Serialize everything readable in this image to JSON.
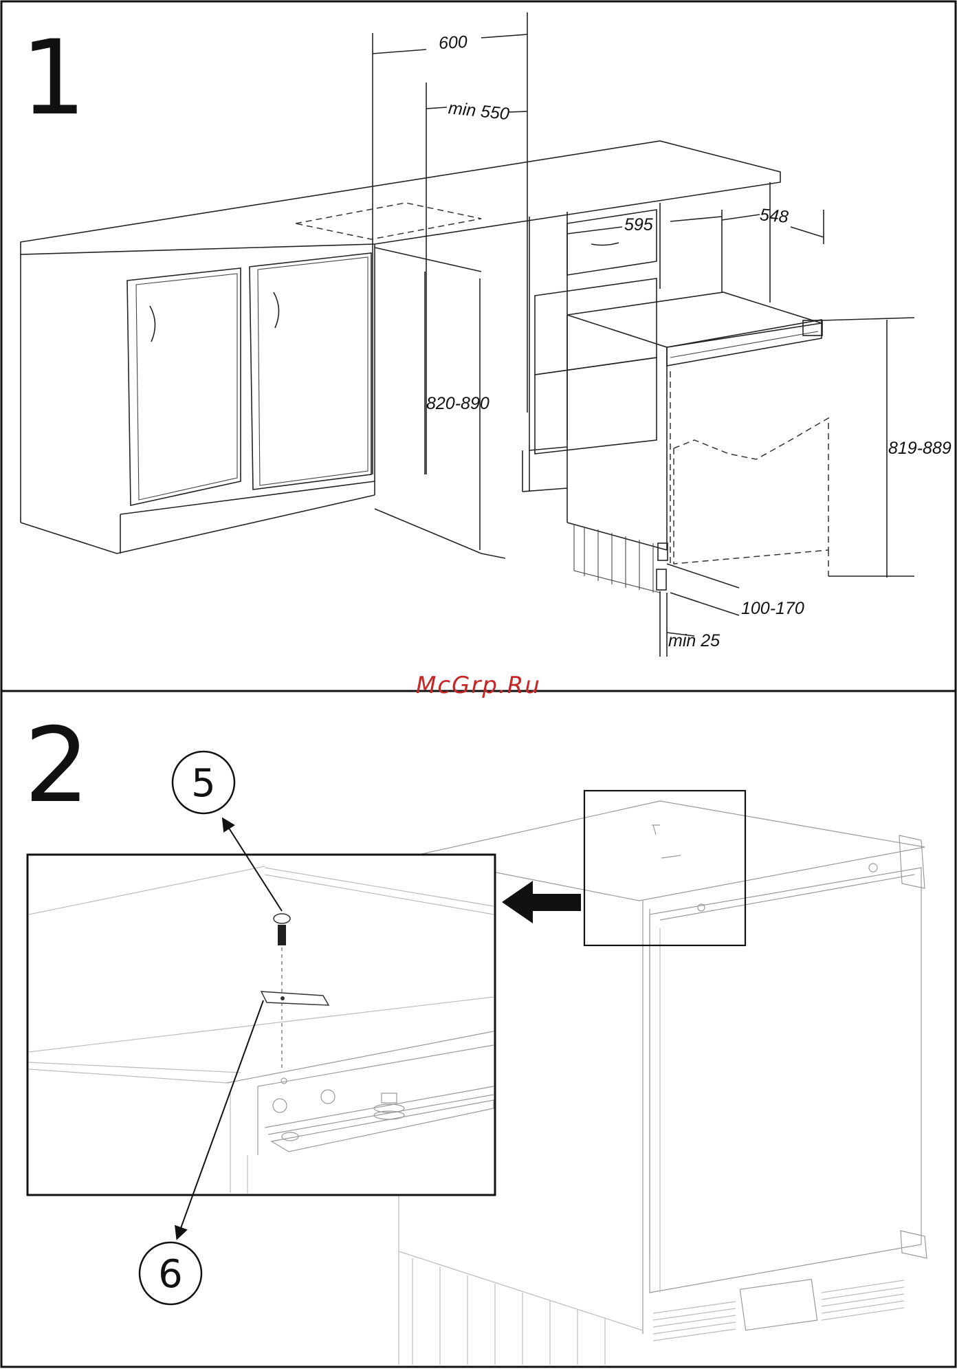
{
  "panel1": {
    "number": "1",
    "dimensions": {
      "width_600": "600",
      "min_550": "min 550",
      "height_820_890": "820-890",
      "width_595": "595",
      "depth_548": "548",
      "height_819_889": "819-889",
      "plinth_100_170": "100-170",
      "min_25": "min 25"
    }
  },
  "panel2": {
    "number": "2",
    "callout_5": "5",
    "callout_6": "6"
  },
  "watermark": "McGrp.Ru"
}
